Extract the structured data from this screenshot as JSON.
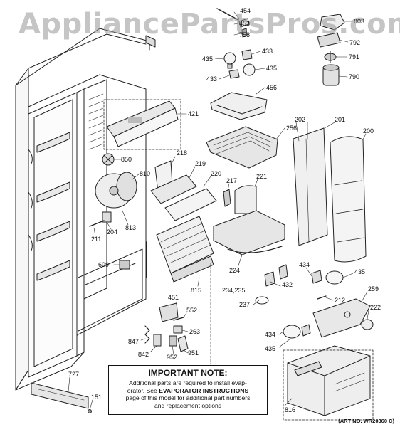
{
  "watermark": "AppliancePartsPros.com",
  "callouts": [
    "454",
    "803",
    "453",
    "758",
    "792",
    "433",
    "435",
    "791",
    "433",
    "435",
    "790",
    "456",
    "421",
    "256",
    "202",
    "201",
    "200",
    "850",
    "218",
    "219",
    "220",
    "221",
    "810",
    "217",
    "204",
    "211",
    "813",
    "609",
    "224",
    "432",
    "434",
    "435",
    "815",
    "234,235",
    "212",
    "259",
    "237",
    "222",
    "451",
    "552",
    "263",
    "847",
    "842",
    "952",
    "951",
    "434",
    "435",
    "727",
    "816",
    "151"
  ],
  "note": {
    "title": "IMPORTANT NOTE:",
    "line1": "Additional parts are required to install evap-",
    "line2_pre": "orator.  See ",
    "line2_bold": "EVAPORATOR INSTRUCTIONS",
    "line3": "page of this model for additional part numbers",
    "line4": "and replacement options"
  },
  "art_number": "(ART NO. WR20360 C)"
}
